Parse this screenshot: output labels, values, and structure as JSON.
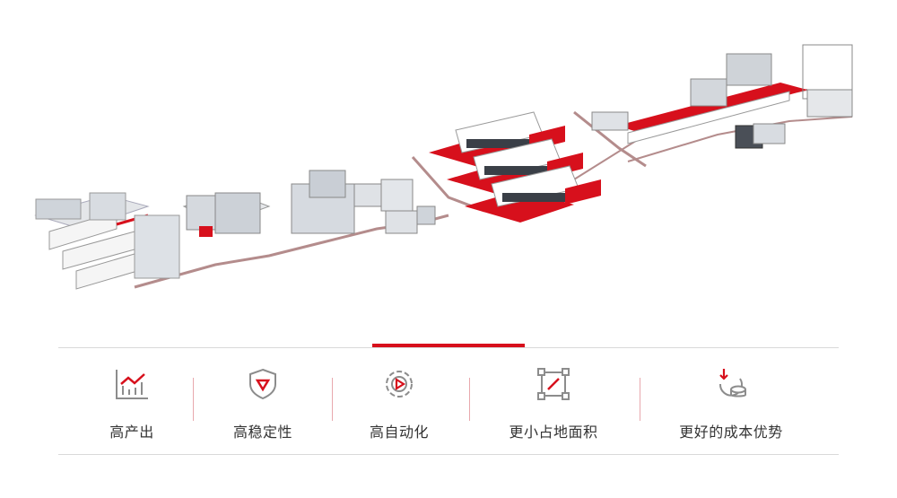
{
  "colors": {
    "accent": "#d7101c",
    "text": "#333333",
    "divider": "#d9d9d9",
    "icon_stroke": "#8c8c8c"
  },
  "hero": {
    "icon": "production-line-isometric-illustration"
  },
  "features": [
    {
      "icon": "rising-chart-icon",
      "label": "高产出"
    },
    {
      "icon": "shield-icon",
      "label": "高稳定性"
    },
    {
      "icon": "gear-play-icon",
      "label": "高自动化"
    },
    {
      "icon": "frame-resize-icon",
      "label": "更小占地面积"
    },
    {
      "icon": "coin-cost-icon",
      "label": "更好的成本优势"
    }
  ]
}
